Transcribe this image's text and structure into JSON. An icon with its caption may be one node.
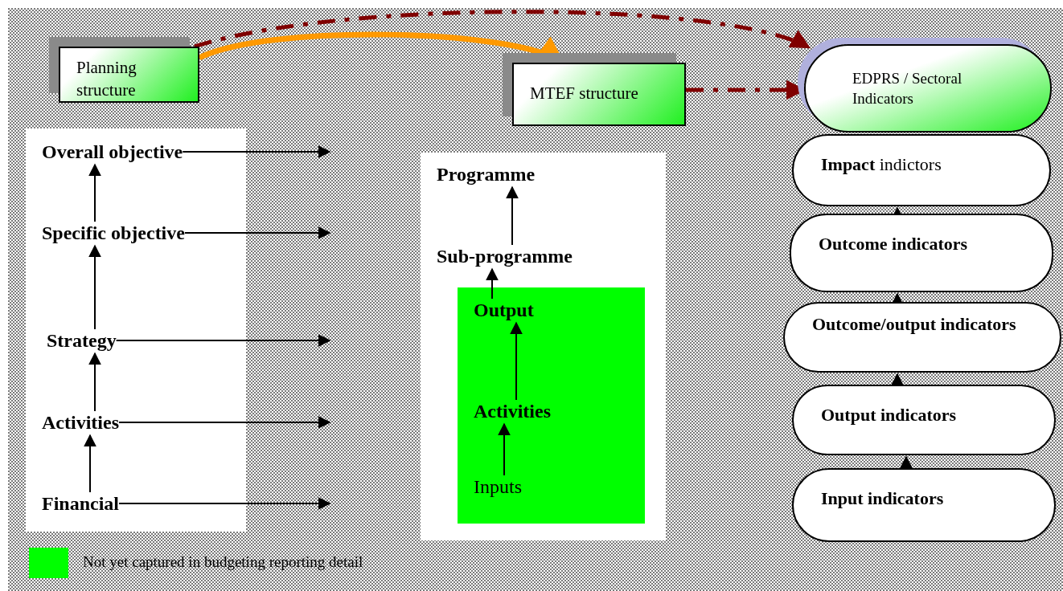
{
  "diagram": {
    "nodes": [
      {
        "text": [
          "Planning structure"
        ]
      },
      {
        "text": [
          "MTEF structure"
        ]
      },
      {
        "text": [
          "EDPRS / Sectoral Indicators"
        ]
      },
      {
        "text": [],
        "shape": "box"
      },
      {
        "text": [
          "Overall objective"
        ],
        "in": 3
      },
      {
        "text": [
          "Specific objective"
        ],
        "in": 3
      },
      {
        "text": [
          "Strategy"
        ],
        "in": 3
      },
      {
        "text": [
          "Activities"
        ],
        "in": 3
      },
      {
        "text": [
          "Financial"
        ],
        "in": 3
      },
      {
        "text": [],
        "shape": "box"
      },
      {
        "text": [
          "Programme"
        ],
        "in": 9
      },
      {
        "text": [
          "Sub-programme"
        ],
        "in": 9
      },
      {
        "text": [],
        "shape": "box",
        "in": 9
      },
      {
        "text": [
          "Output"
        ],
        "in": 12
      },
      {
        "text": [
          "Activities"
        ],
        "in": 12
      },
      {
        "text": [
          "Inputs"
        ],
        "in": 12
      },
      {
        "text": [
          "**Impact** indictors"
        ]
      },
      {
        "text": [
          "Outcome indicators"
        ]
      },
      {
        "text": [
          "Outcome/output indicators"
        ]
      },
      {
        "text": [
          "Output indicators"
        ]
      },
      {
        "text": [
          "Input indicators"
        ]
      }
    ],
    "edges": [
      {
        "from": 0,
        "to": 1,
        "arrow": "to",
        "style": "thick",
        "color": "#ff9900"
      },
      {
        "from": 0,
        "to": 2,
        "arrow": "to",
        "style": "dashed",
        "color": "#800000"
      },
      {
        "from": 1,
        "to": 2,
        "arrow": "to",
        "style": "dashed",
        "color": "#800000"
      },
      {
        "from": 5,
        "to": 4,
        "arrow": "to"
      },
      {
        "from": 6,
        "to": 5,
        "arrow": "to"
      },
      {
        "from": 7,
        "to": 6,
        "arrow": "to"
      },
      {
        "from": 8,
        "to": 7,
        "arrow": "to"
      },
      {
        "from": 4,
        "to": null,
        "arrow": "to"
      },
      {
        "from": 5,
        "to": null,
        "arrow": "to"
      },
      {
        "from": 6,
        "to": null,
        "arrow": "to"
      },
      {
        "from": 7,
        "to": null,
        "arrow": "to"
      },
      {
        "from": 8,
        "to": null,
        "arrow": "to"
      },
      {
        "from": 11,
        "to": 10,
        "arrow": "to"
      },
      {
        "from": 13,
        "to": 11,
        "arrow": "to"
      },
      {
        "from": 14,
        "to": 13,
        "arrow": "to"
      },
      {
        "from": 15,
        "to": 14,
        "arrow": "to"
      },
      {
        "from": 17,
        "to": 16,
        "arrow": "to"
      },
      {
        "from": 18,
        "to": 17,
        "arrow": "to"
      },
      {
        "from": 19,
        "to": 18,
        "arrow": "to"
      },
      {
        "from": 20,
        "to": 19,
        "arrow": "to"
      }
    ],
    "legend": [
      {
        "text": "Not yet captured in budgeting reporting detail",
        "color": "#00ff00"
      }
    ]
  }
}
